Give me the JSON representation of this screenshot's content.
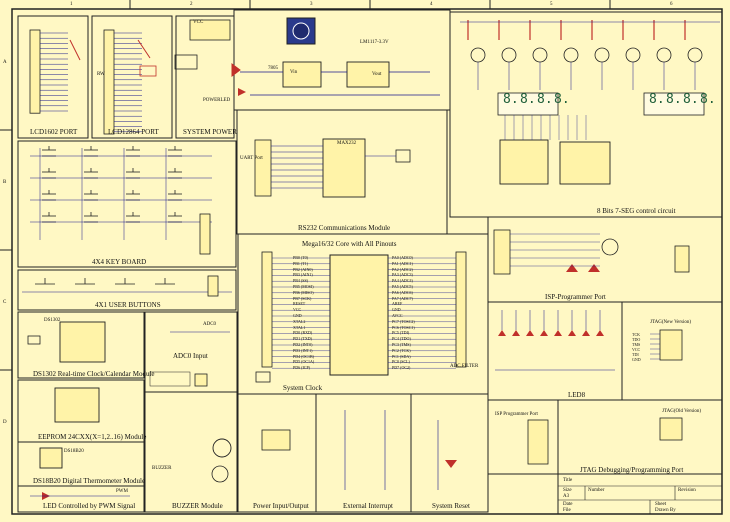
{
  "colors": {
    "paper": "#fff8c4",
    "line": "#222222",
    "wire": "#1a1a8c",
    "part": "#c0302a",
    "ic_fill": "#fff3a8"
  },
  "grid": {
    "cols": [
      "1",
      "2",
      "3",
      "4",
      "5",
      "6"
    ],
    "rows": [
      "A",
      "B",
      "C",
      "D"
    ]
  },
  "sections": {
    "lcd1602": "LCD1602 PORT",
    "lcd12864": "LCD12864 PORT",
    "power": "SYSTEM POWER",
    "uart": "RS232 Communications Module",
    "seg": "8 Bits 7-SEG control circuit",
    "keyboard": "4X4 KEY BOARD",
    "user_buttons": "4X1 USER BUTTONS",
    "mega": "Mega16/32 Core with All Pinouts",
    "isp": "ISP-Programmer Port",
    "rtc": "DS1302 Real-time Clock/Calendar Module",
    "adc": "ADC0 Input",
    "eeprom": "EEPROM 24CXX(X=1,2..16) Module",
    "ds18b20": "DS18B20 Digital Thermometer Module",
    "pwm_led": "LED Controlled by PWM Signal",
    "sysclock": "System Clock",
    "adc_filter": "ADC FILTER",
    "led8": "LED8",
    "buzzer": "BUZZER Module",
    "power_io": "Power Input/Output",
    "ext_int": "External Interrupt",
    "reset": "System Reset",
    "isp_alt": "ISP Programmer Port",
    "jtag": "JTAG Debugging/Programming Port",
    "jtag_top": "JTAG(New Version)",
    "jtag_bottom": "JTAG(Old Version)"
  },
  "parts": {
    "vcc": "VCC",
    "gnd": "GND",
    "lm1117": "LM1117-3.3V",
    "pwr_led": "POWERLED",
    "ic_7805": "7805",
    "rw": "RW",
    "vout": "Vout",
    "vin": "Vin",
    "uart_port": "UART Port",
    "max232": "MAX232",
    "led_pin": "LED",
    "ds1302": "DS1302",
    "ds18b20": "DS18B20",
    "buzzer": "BUZZER",
    "pwm": "PWM",
    "adc0": "ADC0"
  },
  "seg_digits": [
    "8.",
    "8.",
    "8.",
    "8."
  ],
  "mega_left_pins": [
    "PB0 (T0)",
    "PB1 (T1)",
    "PB2 (AIN0)",
    "PB3 (AIN1)",
    "PB4 (SS)",
    "PB5 (MOSI)",
    "PB6 (MISO)",
    "PB7 (SCK)",
    "RESET",
    "VCC",
    "GND",
    "XTAL2",
    "XTAL1",
    "PD0 (RXD)",
    "PD1 (TXD)",
    "PD2 (INT0)",
    "PD3 (INT1)",
    "PD4 (OC1B)",
    "PD5 (OC1A)",
    "PD6 (ICP)"
  ],
  "mega_right_pins": [
    "PA0 (ADC0)",
    "PA1 (ADC1)",
    "PA2 (ADC2)",
    "PA3 (ADC3)",
    "PA4 (ADC4)",
    "PA5 (ADC5)",
    "PA6 (ADC6)",
    "PA7 (ADC7)",
    "AREF",
    "GND",
    "AVCC",
    "PC7 (TOSC2)",
    "PC6 (TOSC1)",
    "PC5 (TDI)",
    "PC4 (TDO)",
    "PC3 (TMS)",
    "PC2 (TCK)",
    "PC1 (SDA)",
    "PC0 (SCL)",
    "PD7 (OC2)"
  ],
  "jtag_pins": [
    "TCK",
    "TDO",
    "TMS",
    "VCC",
    "TDI",
    "GND"
  ],
  "title_block": {
    "title": "Title",
    "number": "Number",
    "revision": "Revision",
    "size": "Size",
    "size_val": "A3",
    "date": "Date",
    "sheet": "Sheet",
    "drawn_by": "Drawn By",
    "file": "File"
  }
}
